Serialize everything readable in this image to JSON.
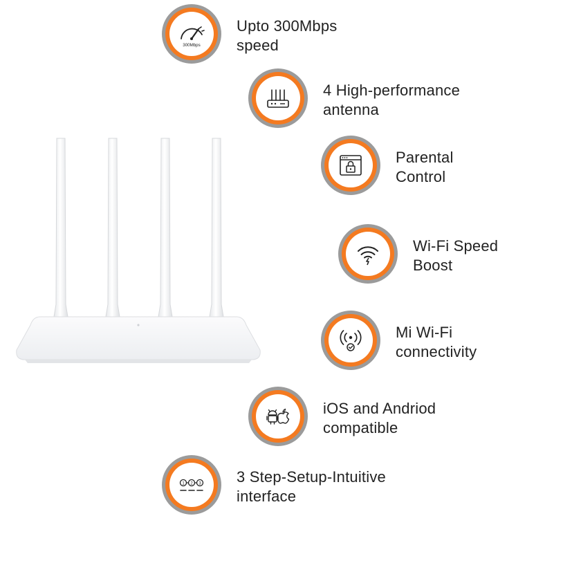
{
  "colors": {
    "accent": "#f47a20",
    "badge_outer": "#9b9b9b",
    "router_body": "#f4f5f7",
    "text": "#222222"
  },
  "features": [
    {
      "icon": "speedometer-icon",
      "icon_label": "300Mbps",
      "line1": "Upto 300Mbps",
      "line2": "speed"
    },
    {
      "icon": "router-antenna-icon",
      "line1": "4 High-performance",
      "line2": "antenna"
    },
    {
      "icon": "browser-lock-icon",
      "line1": "Parental",
      "line2": "Control"
    },
    {
      "icon": "wifi-boost-icon",
      "line1": "Wi-Fi Speed",
      "line2": "Boost"
    },
    {
      "icon": "wireless-check-icon",
      "line1": "Mi Wi-Fi",
      "line2": "connectivity"
    },
    {
      "icon": "android-apple-icon",
      "line1": "iOS and Andriod",
      "line2": "compatible"
    },
    {
      "icon": "three-steps-icon",
      "step_labels": [
        "1",
        "2",
        "3"
      ],
      "line1": "3 Step-Setup-Intuitive",
      "line2": "interface"
    }
  ]
}
